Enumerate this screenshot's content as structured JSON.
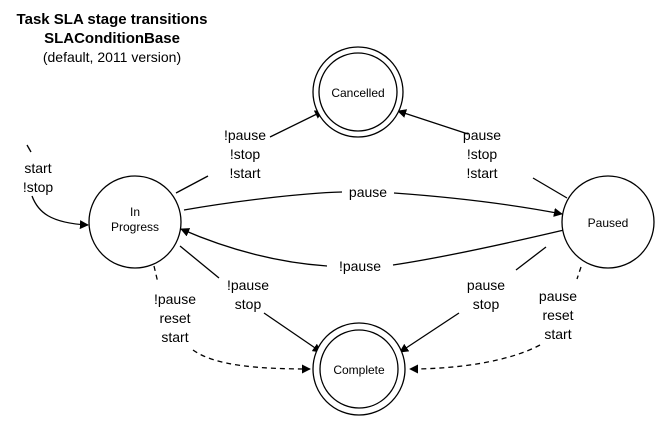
{
  "title": {
    "line1": "Task SLA stage transitions",
    "line2": "SLAConditionBase",
    "line3": "(default, 2011 version)"
  },
  "states": {
    "in_progress": {
      "line1": "In",
      "line2": "Progress"
    },
    "cancelled": {
      "label": "Cancelled"
    },
    "paused": {
      "label": "Paused"
    },
    "complete": {
      "label": "Complete"
    }
  },
  "edges": {
    "initial": [
      "start",
      "!stop"
    ],
    "inprogress_to_cancelled": [
      "!pause",
      "!stop",
      "!start"
    ],
    "paused_to_cancelled": [
      "pause",
      "!stop",
      "!start"
    ],
    "inprogress_to_paused": [
      "pause"
    ],
    "paused_to_inprogress": [
      "!pause"
    ],
    "inprogress_to_complete_solid": [
      "!pause",
      "stop"
    ],
    "paused_to_complete_solid": [
      "pause",
      "stop"
    ],
    "inprogress_to_complete_dashed": [
      "!pause",
      "reset",
      "start"
    ],
    "paused_to_complete_dashed": [
      "pause",
      "reset",
      "start"
    ]
  },
  "colors": {
    "stroke": "#000000",
    "background": "#ffffff"
  }
}
